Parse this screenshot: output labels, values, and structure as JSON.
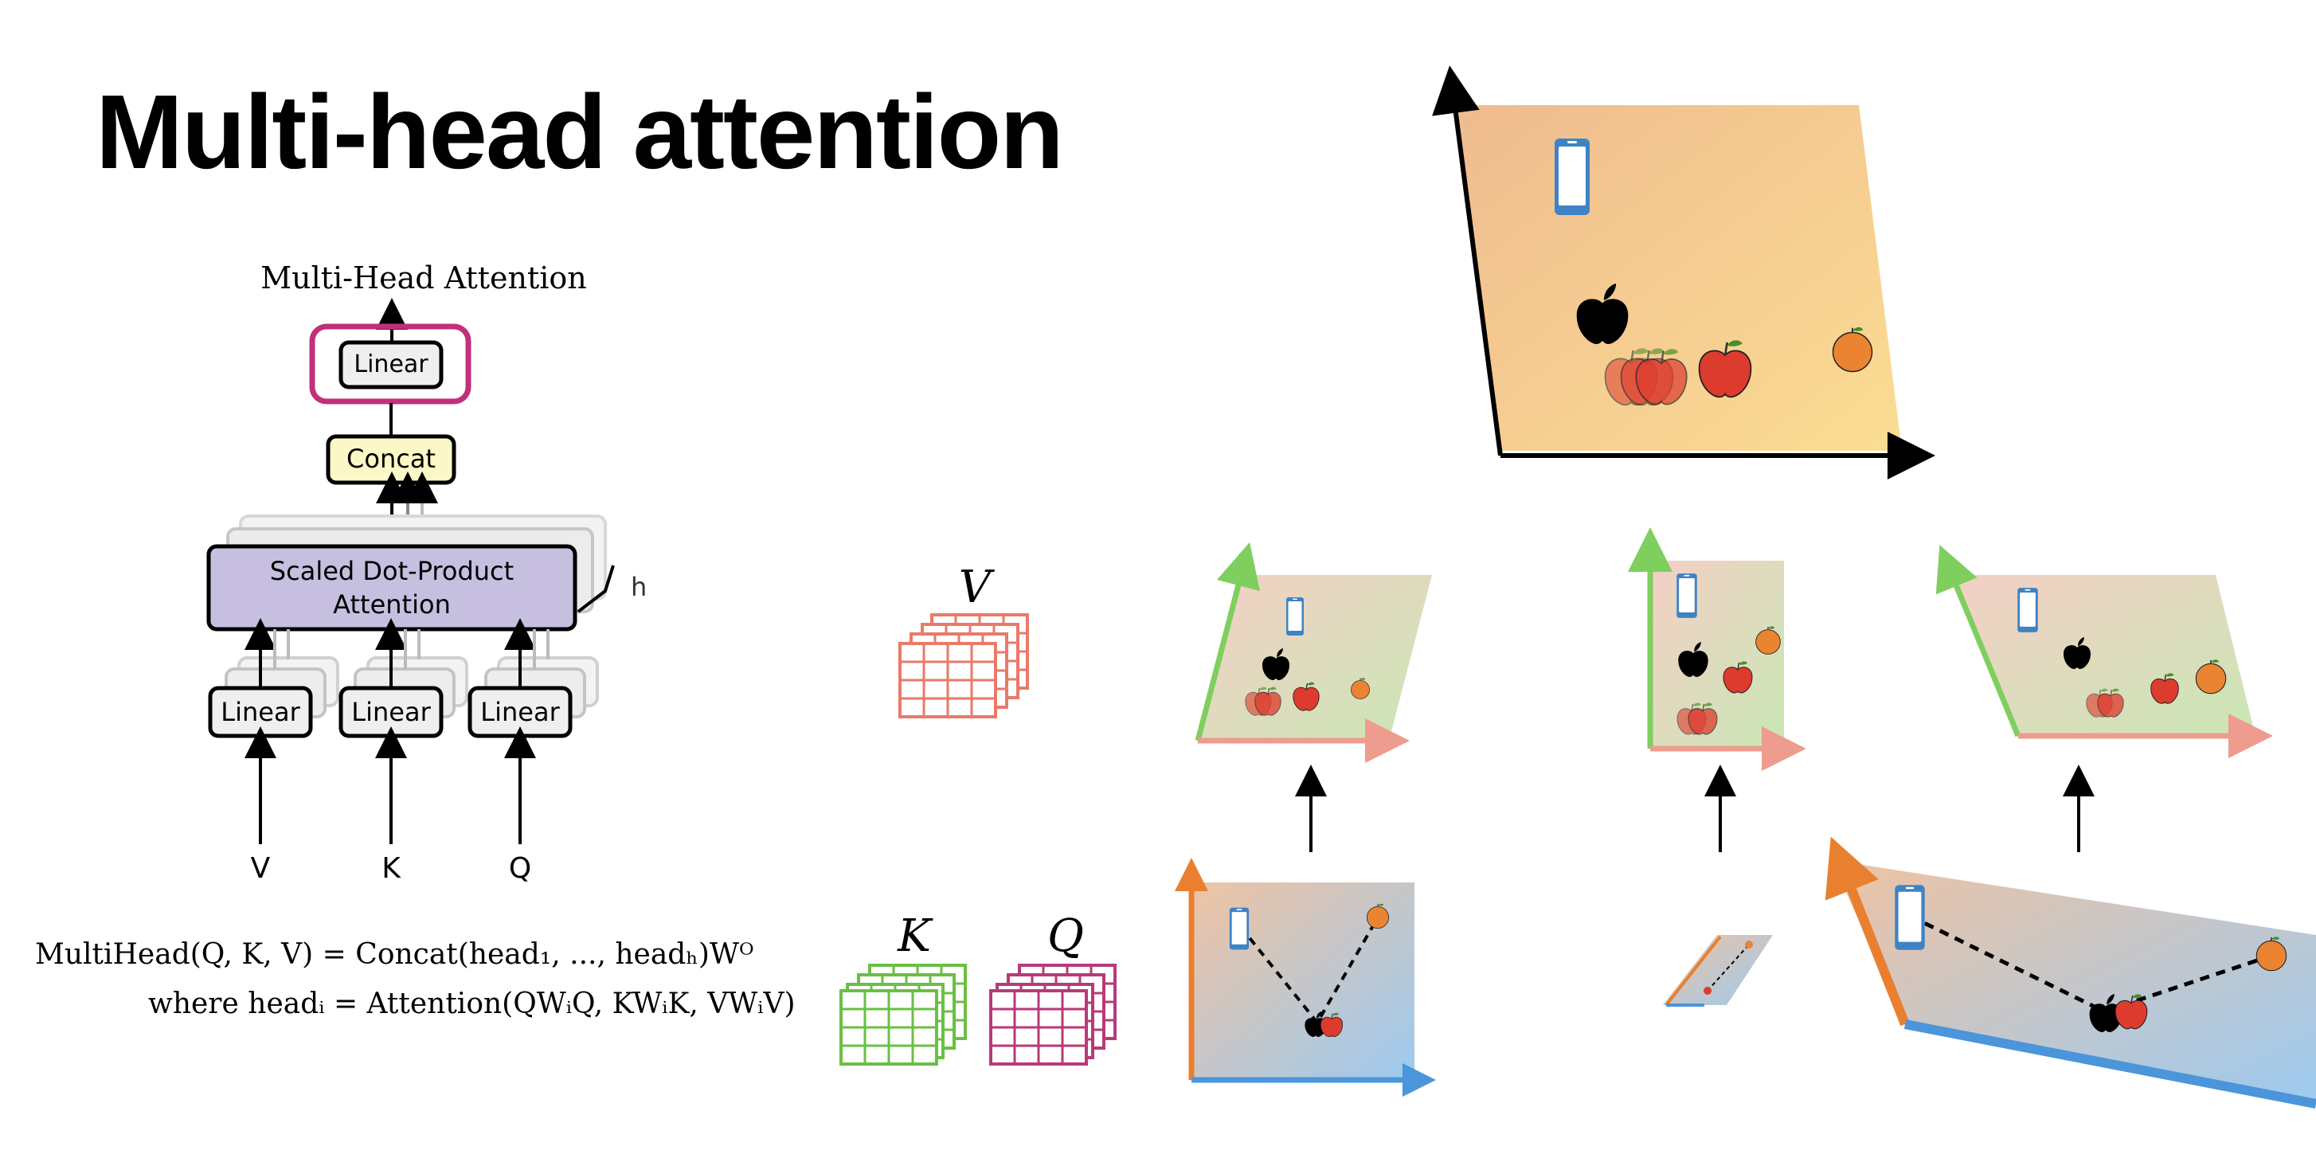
{
  "slide": {
    "title": "Multi-head attention"
  },
  "diagram": {
    "title": "Multi-Head Attention",
    "blocks": {
      "linear_top": "Linear",
      "concat": "Concat",
      "attention_line1": "Scaled Dot-Product",
      "attention_line2": "Attention",
      "linear_v": "Linear",
      "linear_k": "Linear",
      "linear_q": "Linear",
      "heads_label": "h"
    },
    "inputs": {
      "v": "V",
      "k": "K",
      "q": "Q"
    }
  },
  "formula": {
    "line1": "MultiHead(Q, K, V) = Concat(head₁, ..., headₕ)Wᴼ",
    "line2": "where headᵢ = Attention(QWᵢQ, KWᵢK, VWᵢV)"
  },
  "matrices": {
    "v": "V",
    "k": "K",
    "q": "Q"
  },
  "colors": {
    "highlight": "#c0317a",
    "concat_fill": "#fcf7c6",
    "attention_fill": "#c6bfe0",
    "linear_fill": "#eef0ee",
    "v_matrix": "#e97a6a",
    "k_matrix": "#6bbf45",
    "q_matrix": "#b83a78",
    "axis_orange": "#e9802f",
    "axis_blue": "#4b95da",
    "axis_green": "#7fcf5f",
    "axis_pink": "#ee9c8e"
  },
  "icons": [
    "phone-icon",
    "apple-logo-icon",
    "apple-fruit-icon",
    "orange-fruit-icon",
    "arrow-up-icon"
  ]
}
